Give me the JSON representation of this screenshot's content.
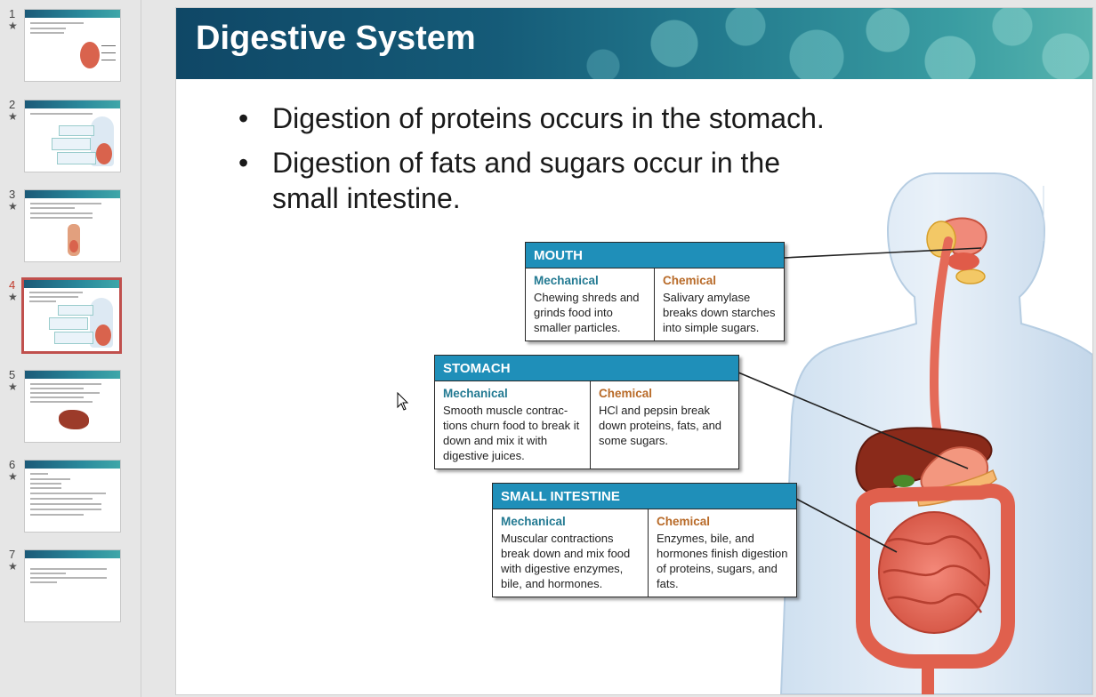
{
  "thumbnails": [
    {
      "number": "1",
      "star": "★"
    },
    {
      "number": "2",
      "star": "★"
    },
    {
      "number": "3",
      "star": "★"
    },
    {
      "number": "4",
      "star": "★",
      "active": true
    },
    {
      "number": "5",
      "star": "★"
    },
    {
      "number": "6",
      "star": "★"
    },
    {
      "number": "7",
      "star": "★"
    }
  ],
  "slide": {
    "title": "Digestive System",
    "bullet_char": "•",
    "bullets": [
      "Digestion of proteins occurs in the stomach.",
      "Digestion of fats and sugars occur in the small intestine."
    ],
    "tables": {
      "mouth": {
        "header": "MOUTH",
        "mech_label": "Mechanical",
        "mech_text": "Chewing shreds and grinds food into smaller particles.",
        "chem_label": "Chemical",
        "chem_text": "Salivary amylase breaks down starches into simple sugars."
      },
      "stomach": {
        "header": "STOMACH",
        "mech_label": "Mechanical",
        "mech_text": "Smooth muscle contrac-tions churn food to break it down and mix it with digestive juices.",
        "chem_label": "Chemical",
        "chem_text": "HCl and pepsin break down proteins, fats, and some sugars."
      },
      "small_intestine": {
        "header": "SMALL INTESTINE",
        "mech_label": "Mechanical",
        "mech_text": "Muscular contractions break down and mix food with digestive enzymes, bile, and hormones.",
        "chem_label": "Chemical",
        "chem_text": "Enzymes, bile, and hormones finish digestion of proteins, sugars, and fats."
      }
    }
  },
  "colors": {
    "header_blue": "#1f8fb9",
    "mechanical": "#237a92",
    "chemical": "#b86a28",
    "active_thumb_border": "#c0504d"
  }
}
